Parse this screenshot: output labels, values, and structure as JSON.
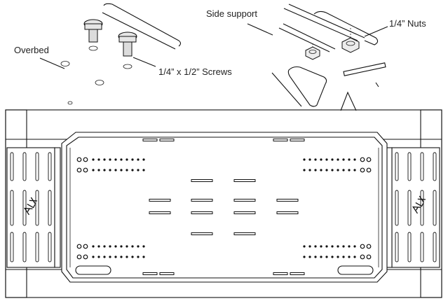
{
  "labels": {
    "overbed": "Overbed",
    "screws": "1/4” x 1/2” Screws",
    "side_support": "Side support",
    "nuts": "1/4” Nuts"
  },
  "colors": {
    "line": "#111111",
    "background": "#ffffff",
    "screw_shade": "#d9d9d9"
  },
  "icons": {
    "logo_left": "brand-logo",
    "logo_right": "brand-logo"
  }
}
